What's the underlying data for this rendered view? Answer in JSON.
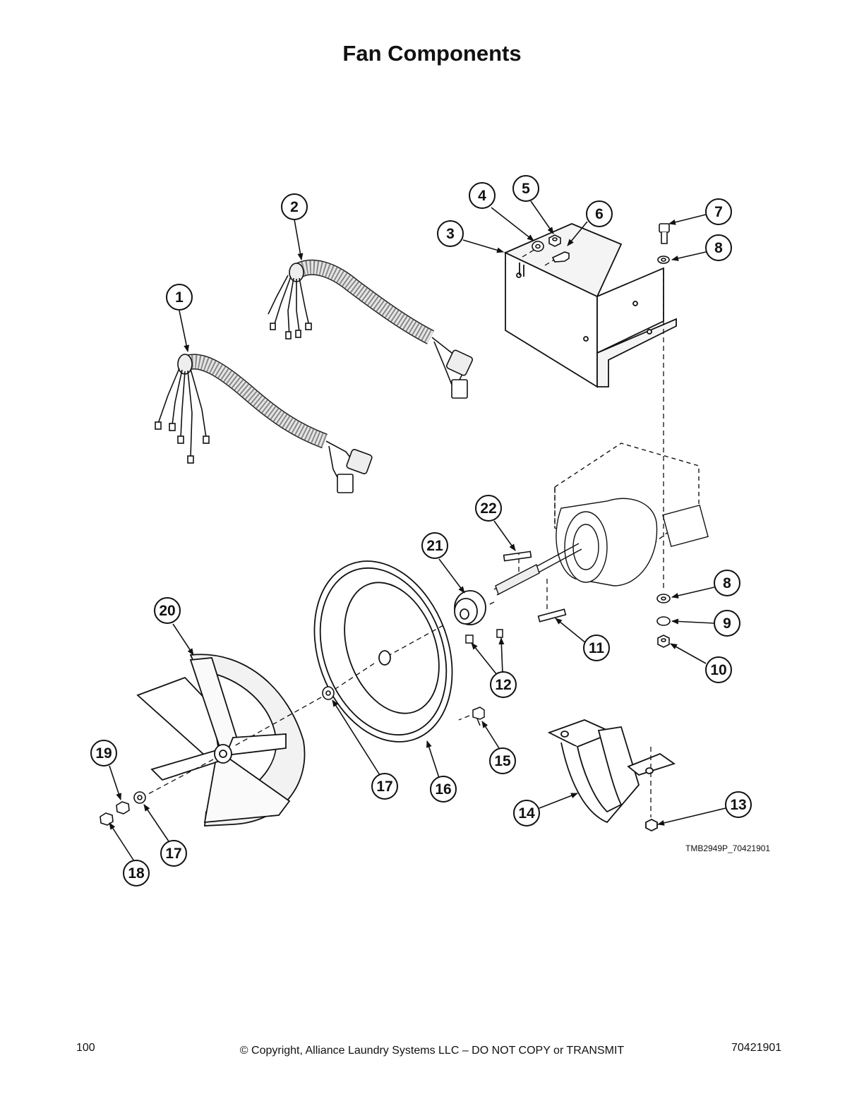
{
  "page": {
    "title": "Fan Components",
    "drawing_id": "TMB2949P_70421901",
    "footer": {
      "page_number": "100",
      "copyright": "© Copyright, Alliance Laundry Systems LLC – DO NOT COPY or TRANSMIT",
      "document_number": "70421901"
    }
  },
  "callouts": [
    "1",
    "2",
    "3",
    "4",
    "5",
    "6",
    "7",
    "8",
    "8",
    "9",
    "10",
    "11",
    "12",
    "13",
    "14",
    "15",
    "16",
    "17",
    "17",
    "18",
    "19",
    "20",
    "21",
    "22"
  ],
  "colors": {
    "line": "#111111",
    "hatch": "#cfcfcf",
    "paper": "#ffffff"
  }
}
